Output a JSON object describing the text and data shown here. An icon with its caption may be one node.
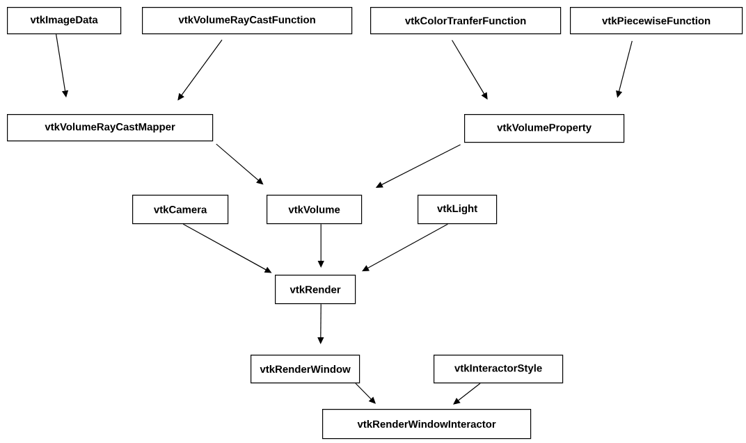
{
  "diagram": {
    "nodes": [
      {
        "text": [
          "vtkImageData"
        ]
      },
      {
        "text": [
          "vtkVolumeRayCastFunction"
        ]
      },
      {
        "text": [
          "vtkColorTranferFunction"
        ]
      },
      {
        "text": [
          "vtkPiecewiseFunction"
        ]
      },
      {
        "text": [
          "vtkVolumeRayCastMapper"
        ]
      },
      {
        "text": [
          "vtkVolumeProperty"
        ]
      },
      {
        "text": [
          "vtkCamera"
        ]
      },
      {
        "text": [
          "vtkVolume"
        ]
      },
      {
        "text": [
          "vtkLight"
        ]
      },
      {
        "text": [
          "vtkRender"
        ]
      },
      {
        "text": [
          "vtkRenderWindow"
        ]
      },
      {
        "text": [
          "vtkInteractorStyle"
        ]
      },
      {
        "text": [
          "vtkRenderWindowInteractor"
        ]
      }
    ],
    "edges": [
      {
        "from": 0,
        "to": 4,
        "arrow": "to"
      },
      {
        "from": 1,
        "to": 4,
        "arrow": "to"
      },
      {
        "from": 2,
        "to": 5,
        "arrow": "to"
      },
      {
        "from": 3,
        "to": 5,
        "arrow": "to"
      },
      {
        "from": 4,
        "to": 7,
        "arrow": "to"
      },
      {
        "from": 5,
        "to": 7,
        "arrow": "to"
      },
      {
        "from": 6,
        "to": 9,
        "arrow": "to"
      },
      {
        "from": 7,
        "to": 9,
        "arrow": "to"
      },
      {
        "from": 8,
        "to": 9,
        "arrow": "to"
      },
      {
        "from": 9,
        "to": 10,
        "arrow": "to"
      },
      {
        "from": 10,
        "to": 12,
        "arrow": "to"
      },
      {
        "from": 11,
        "to": 12,
        "arrow": "to"
      }
    ]
  }
}
